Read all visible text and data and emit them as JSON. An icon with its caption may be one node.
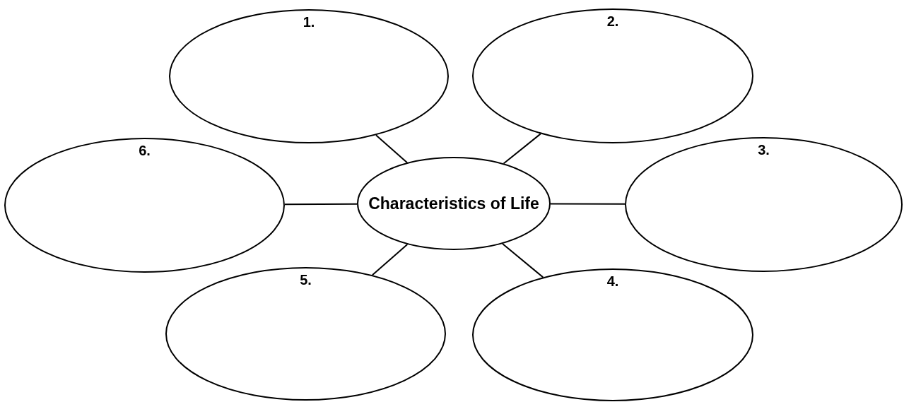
{
  "diagram": {
    "nodes": [
      {
        "text": [
          "1."
        ]
      },
      {
        "text": [
          "2."
        ]
      },
      {
        "text": [
          "6."
        ]
      },
      {
        "text": [
          "Characteristics of Life"
        ]
      },
      {
        "text": [
          "3."
        ]
      },
      {
        "text": [
          "5."
        ]
      },
      {
        "text": [
          "4."
        ]
      }
    ],
    "edges": [
      {
        "from": 3,
        "to": 0,
        "arrow": "none"
      },
      {
        "from": 3,
        "to": 1,
        "arrow": "none"
      },
      {
        "from": 3,
        "to": 2,
        "arrow": "none"
      },
      {
        "from": 3,
        "to": 4,
        "arrow": "none"
      },
      {
        "from": 3,
        "to": 5,
        "arrow": "none"
      },
      {
        "from": 3,
        "to": 6,
        "arrow": "none"
      }
    ]
  }
}
